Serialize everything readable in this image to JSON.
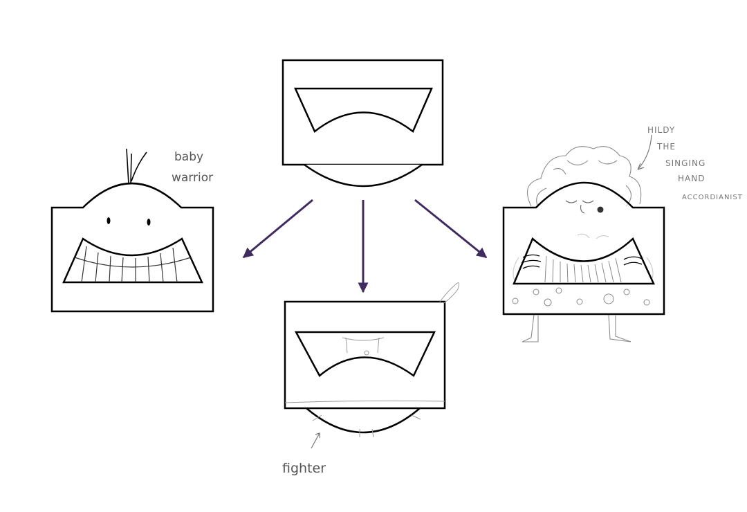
{
  "colors": {
    "arrow": "#3f2b5f",
    "ink": "#000000",
    "pencil": "#8a8a8a"
  },
  "labels": {
    "baby_warrior_line1": "baby",
    "baby_warrior_line2": "warrior",
    "fighter": "fighter",
    "hilda_line1": "HILDY",
    "hilda_line2": "THE",
    "hilda_line3": "SINGING",
    "hilda_line4": "HAND",
    "hilda_line5": "ACCORDIANIST"
  }
}
